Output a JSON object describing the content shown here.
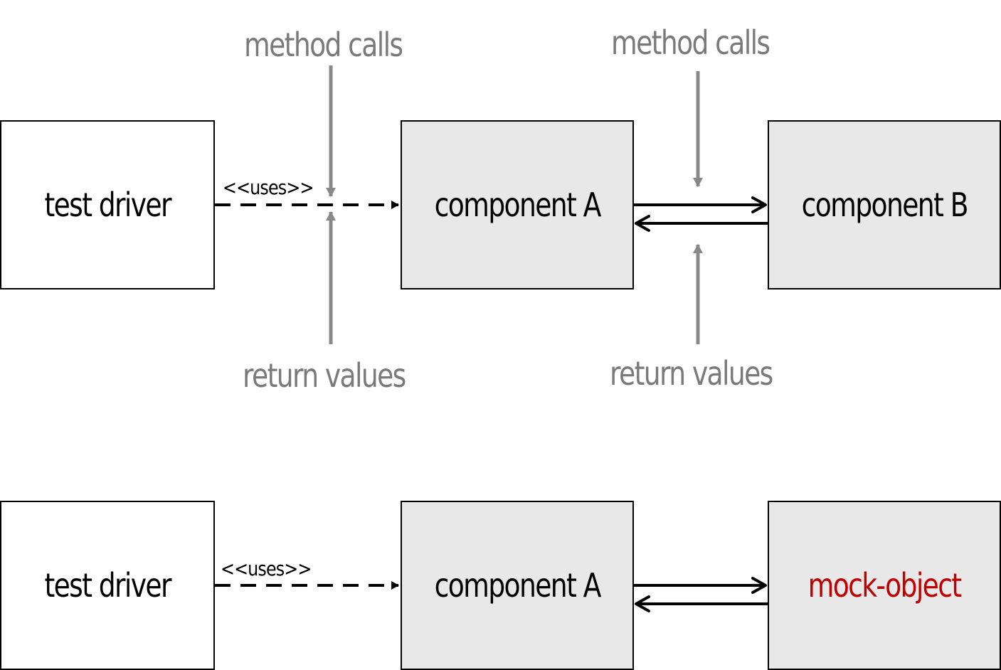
{
  "top_row": {
    "test_driver": "test driver",
    "component_a": "component A",
    "component_b": "component B",
    "uses": "<<uses>>",
    "method_calls_left": "method calls",
    "method_calls_right": "method calls",
    "return_values_left": "return values",
    "return_values_right": "return values"
  },
  "bottom_row": {
    "test_driver": "test driver",
    "component_a": "component A",
    "mock_object": "mock-object",
    "uses": "<<uses>>"
  },
  "colors": {
    "box_fill": "#e8e8e8",
    "annotation": "#7a7a7a",
    "mock_text": "#c00000"
  }
}
